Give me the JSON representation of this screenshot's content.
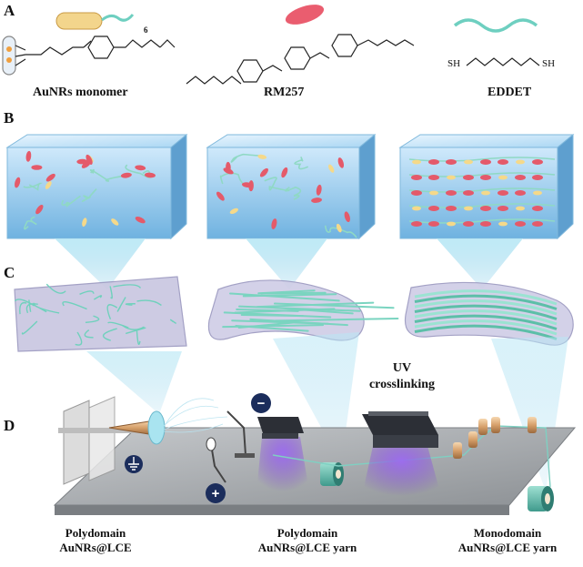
{
  "panels": {
    "a": "A",
    "b": "B",
    "c": "C",
    "d": "D"
  },
  "molecules": {
    "aunrs": {
      "name": "AuNRs monomer",
      "subscript": "6"
    },
    "rm257": {
      "name": "RM257"
    },
    "eddet": {
      "name": "EDDET",
      "sh_left": "SH",
      "sh_right": "SH"
    }
  },
  "process": {
    "uv_line1": "UV",
    "uv_line2": "crosslinking",
    "negative_symbol": "−",
    "positive_symbol": "+"
  },
  "captions": {
    "left_line1": "Polydomain",
    "left_line2": "AuNRs@LCE",
    "mid_line1": "Polydomain",
    "mid_line2": "AuNRs@LCE yarn",
    "right_line1": "Monodomain",
    "right_line2": "AuNRs@LCE yarn"
  },
  "colors": {
    "gel_blue": "#9ed0f0",
    "fiber_green": "#8fd9c4",
    "rod_red": "#e45a6a",
    "rod_yellow": "#f5d98a",
    "platform": "#9b9fa3",
    "uv_glow": "#7b3fd0"
  }
}
